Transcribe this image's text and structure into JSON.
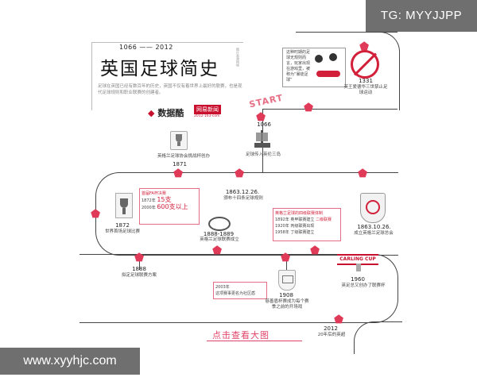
{
  "watermarks": {
    "top_right": "TG: MYYJJPP",
    "bottom_left": "www.xyyhjc.com"
  },
  "header": {
    "years": "1066 —— 2012",
    "title": "英国足球简史",
    "side_text": "图片来源网络",
    "description": "足球在英国已经有数百年的历史，英国不仅有着世界上最好的联赛，也是现代足球规则和职业联赛的创建者。",
    "logo_left": "数据酷",
    "logo_right": "网易新闻",
    "logo_right_sub": "2012·163·com"
  },
  "events": {
    "e1066": {
      "year": "1066",
      "text": "足球传入英伦三岛"
    },
    "e1331": {
      "year": "1331",
      "text": "英王爱德华三世禁止足球运动"
    },
    "early_note": "这种时期的足球无规则而言，玩家出现在游戏里，被称为“暴徒足球”",
    "e1871": {
      "year": "1871",
      "text": "英格兰足球协会挑战杯创办"
    },
    "e1863": {
      "year": "1863.12.26.",
      "text": "颁布十四条足球规则"
    },
    "e1872": {
      "year": "1872",
      "text": "世界首场足球比赛"
    },
    "attendance": {
      "head": "首届FA杯决赛",
      "l1": "1872年",
      "v1": "15支",
      "l2": "2000年",
      "v2": "600支以上"
    },
    "divisions": {
      "head": "英格兰足球的四级联赛体制",
      "rows": [
        {
          "y": "1892年",
          "a": "英甲联赛建立",
          "b": "二级联赛"
        },
        {
          "y": "1920年",
          "a": "丙级联赛出现",
          "b": ""
        },
        {
          "y": "1958年",
          "a": "丁级联赛建立",
          "b": ""
        }
      ]
    },
    "e1863fa": {
      "year": "1863.10.26.",
      "text": "成立英格兰足球总会"
    },
    "e1888_1889": {
      "year": "1888-1889",
      "text": "英格兰足球联赛成立"
    },
    "e1888": {
      "year": "1888",
      "text": "拟定足球联赛方案"
    },
    "e2003": {
      "year": "2003年",
      "text": "这项赛事更名为社区盾"
    },
    "e1908": {
      "year": "1908",
      "text": "慈善盾杯赛成为每个赛季之前的开场戏"
    },
    "e1960": {
      "year": "1960",
      "text": "英足总又创办了联赛杯",
      "badge": "CARLING CUP"
    },
    "e2012": {
      "year": "2012",
      "text": "20年后的英超"
    }
  },
  "start_label": "START",
  "cta": "点击查看大图"
}
